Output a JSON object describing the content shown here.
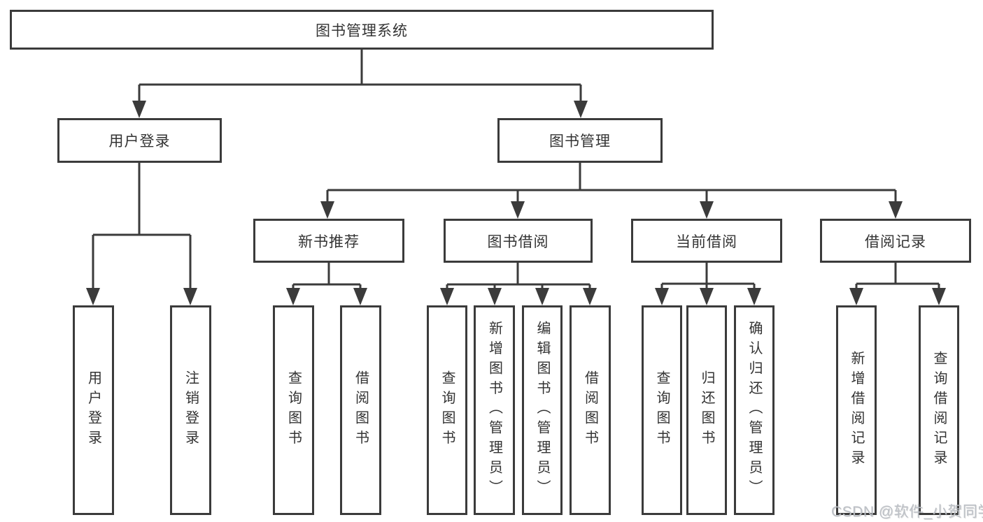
{
  "diagram": {
    "root": {
      "label": "图书管理系统"
    },
    "branches": [
      {
        "label": "用户登录",
        "children": [
          {
            "label": "用户登录"
          },
          {
            "label": "注销登录"
          }
        ]
      },
      {
        "label": "图书管理",
        "children": [
          {
            "label": "新书推荐",
            "children": [
              {
                "label": "查询图书"
              },
              {
                "label": "借阅图书"
              }
            ]
          },
          {
            "label": "图书借阅",
            "children": [
              {
                "label": "查询图书"
              },
              {
                "label": "新增图书（管理员）"
              },
              {
                "label": "编辑图书（管理员）"
              },
              {
                "label": "借阅图书"
              }
            ]
          },
          {
            "label": "当前借阅",
            "children": [
              {
                "label": "查询图书"
              },
              {
                "label": "归还图书"
              },
              {
                "label": "确认归还（管理员）"
              }
            ]
          },
          {
            "label": "借阅记录",
            "children": [
              {
                "label": "新增借阅记录"
              },
              {
                "label": "查询借阅记录"
              }
            ]
          }
        ]
      }
    ]
  },
  "watermark": {
    "text": "CSDN @软件_小贺同学"
  },
  "colors": {
    "line": "#3b3b3b",
    "text": "#333333",
    "watermark": "#bcc0c6",
    "background": "#ffffff"
  }
}
